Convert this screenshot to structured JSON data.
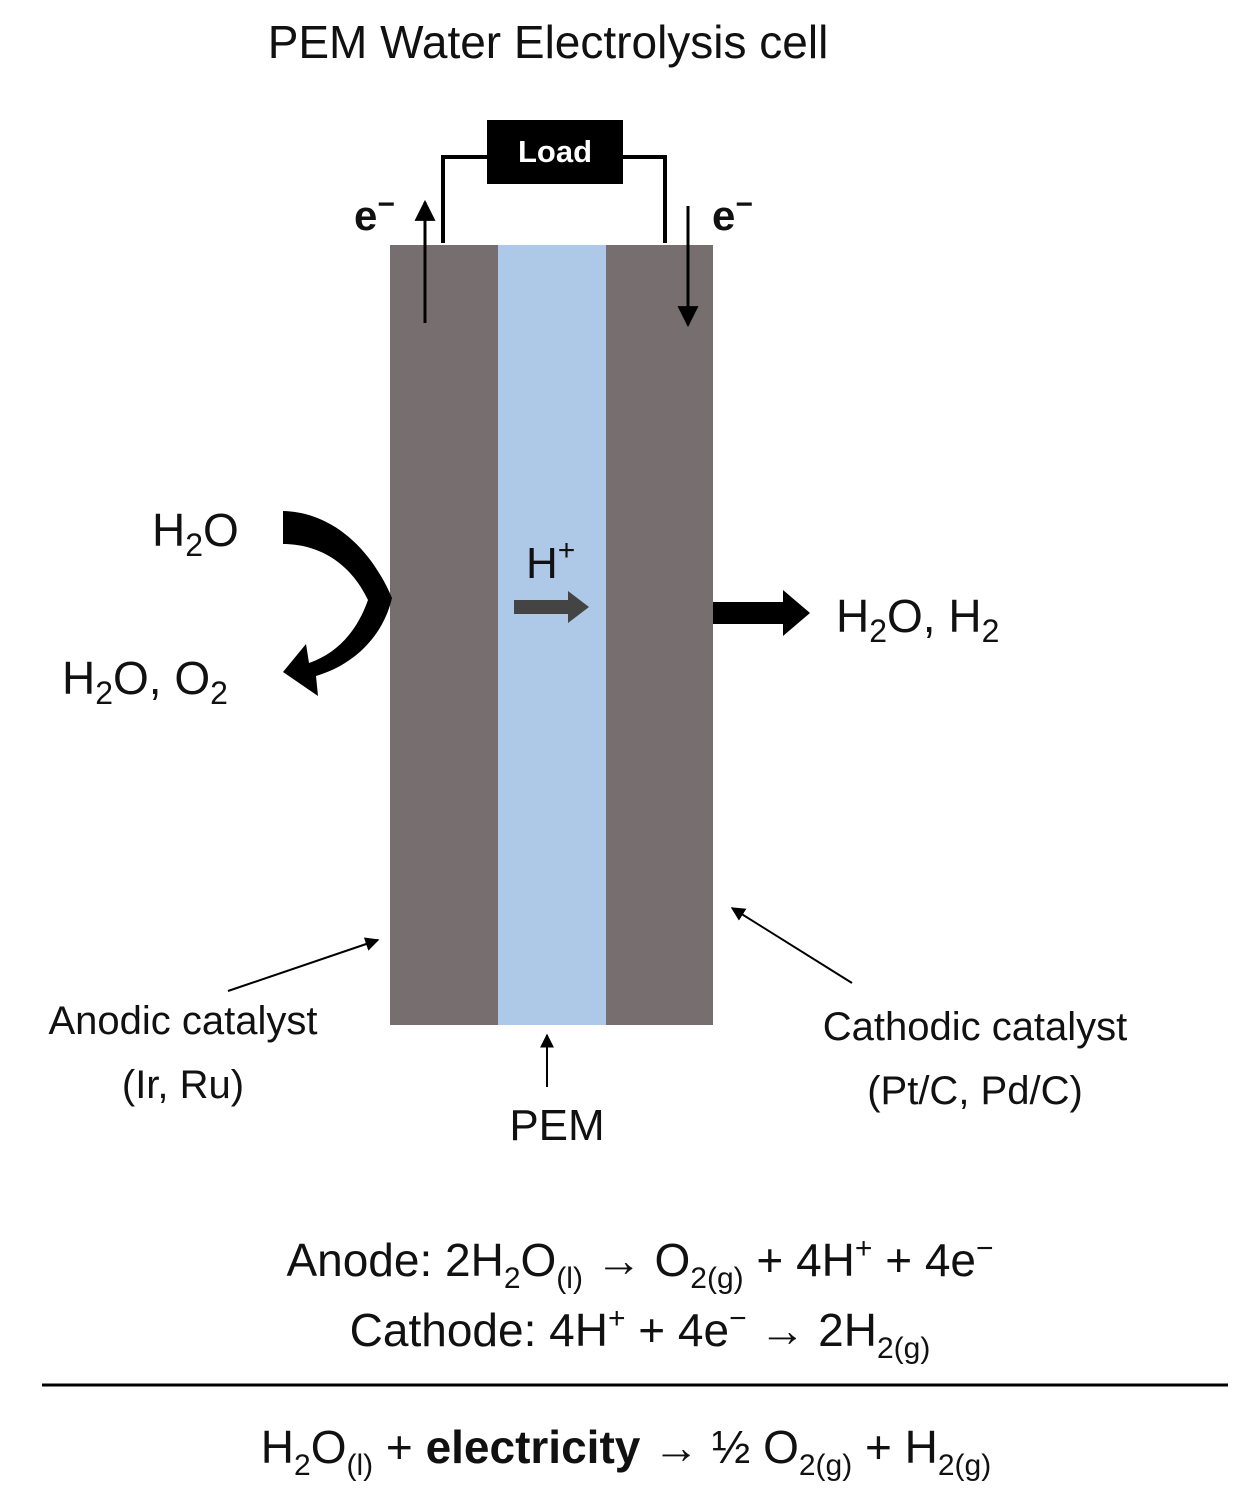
{
  "title": "PEM Water Electrolysis cell",
  "load": "Load",
  "electron_left": {
    "base": "e",
    "sup": "−"
  },
  "electron_right": {
    "base": "e",
    "sup": "−"
  },
  "proton": {
    "base": "H",
    "sup": "+"
  },
  "anode_input": {
    "a": "H",
    "sub": "2",
    "b": "O"
  },
  "anode_output": {
    "a": "H",
    "sub1": "2",
    "b": "O, O",
    "sub2": "2"
  },
  "cathode_output": {
    "a": "H",
    "sub1": "2",
    "b": "O, H",
    "sub2": "2"
  },
  "anodic_catalyst": {
    "line1": "Anodic catalyst",
    "line2": "(Ir, Ru)"
  },
  "cathodic_catalyst": {
    "line1": "Cathodic catalyst",
    "line2": "(Pt/C, Pd/C)"
  },
  "pem_label": "PEM",
  "equations": {
    "anode": {
      "prefix": "Anode: 2H",
      "s1": "2",
      "t1": "O",
      "s2": "(l)",
      "t2": " → O",
      "s3": "2(g)",
      "t3": " + 4H",
      "sup1": "+",
      "t4": " + 4e",
      "sup2": "−"
    },
    "cathode": {
      "prefix": "Cathode: 4H",
      "sup1": "+",
      "t1": " + 4e",
      "sup2": "−",
      "t2": " → 2H",
      "s1": "2(g)"
    },
    "overall": {
      "prefix": "H",
      "s1": "2",
      "t1": "O",
      "s2": "(l)",
      "t2": " + ",
      "bold": "electricity",
      "t3": " → ½ O",
      "s3": "2(g)",
      "t4": " + H",
      "s4": "2(g)"
    }
  },
  "colors": {
    "electrode": "#776F6F",
    "membrane": "#AEC8E8",
    "arrow": "#000000",
    "proton_arrow": "#444444"
  }
}
